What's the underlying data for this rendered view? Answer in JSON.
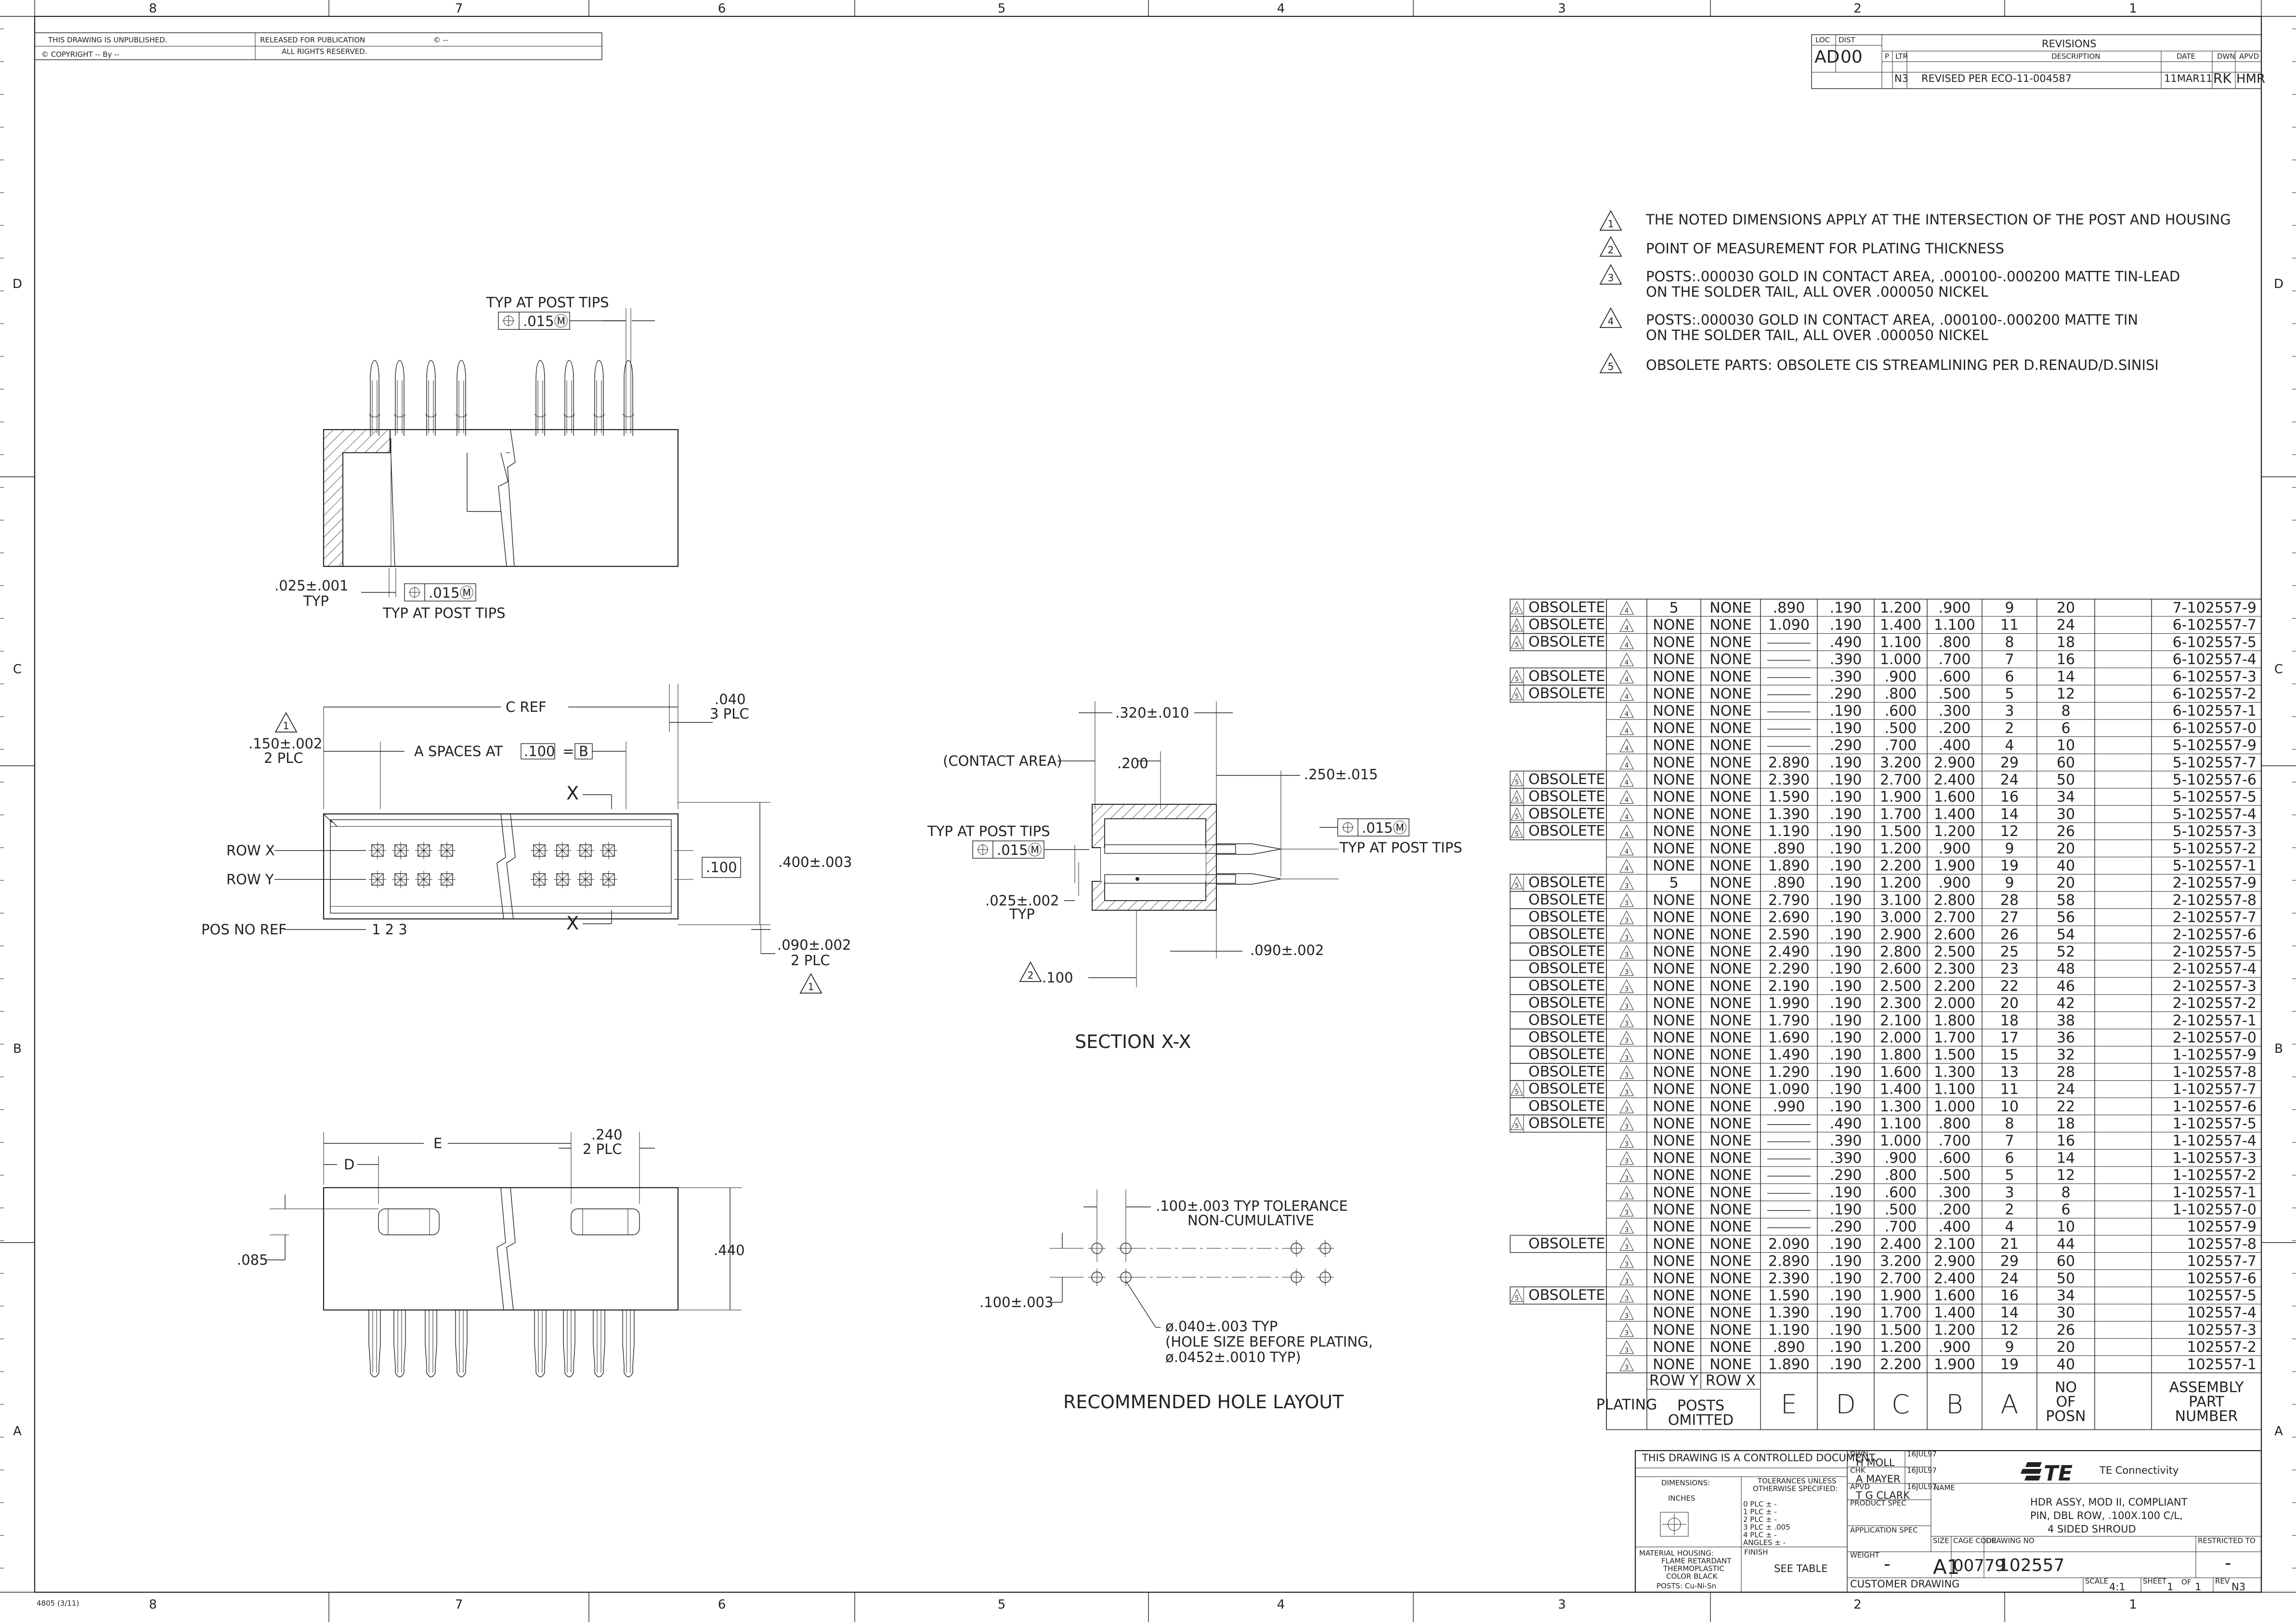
{
  "border": {
    "columns_top": [
      "8",
      "7",
      "6",
      "5",
      "4",
      "3",
      "2",
      "1"
    ],
    "rows_side": [
      "D",
      "C",
      "B",
      "A"
    ]
  },
  "header_left": {
    "line1_a": "THIS DRAWING IS UNPUBLISHED.",
    "line1_b": "RELEASED FOR PUBLICATION",
    "line1_c": "© --",
    "line2_a": "© COPYRIGHT  --  By --",
    "line2_b": "ALL RIGHTS RESERVED."
  },
  "revisions": {
    "title": "REVISIONS",
    "loc_label": "LOC",
    "loc_value": "AD",
    "dist_label": "DIST",
    "dist_value": "00",
    "col_p": "P",
    "col_ltr": "LTR",
    "col_desc": "DESCRIPTION",
    "col_date": "DATE",
    "col_dwn": "DWN",
    "col_apvd": "APVD",
    "ltr": "N3",
    "desc": "REVISED PER ECO-11-004587",
    "date": "11MAR11",
    "dwn": "RK",
    "apvd": "HMR"
  },
  "notes": [
    {
      "num": "1",
      "text1": "THE NOTED DIMENSIONS APPLY AT THE INTERSECTION OF THE POST AND HOUSING",
      "text2": ""
    },
    {
      "num": "2",
      "text1": "POINT OF MEASUREMENT FOR PLATING THICKNESS",
      "text2": ""
    },
    {
      "num": "3",
      "text1": "POSTS:.000030 GOLD IN CONTACT AREA, .000100-.000200 MATTE TIN-LEAD",
      "text2": "ON THE SOLDER TAIL, ALL OVER .000050 NICKEL"
    },
    {
      "num": "4",
      "text1": "POSTS:.000030 GOLD IN CONTACT AREA, .000100-.000200 MATTE TIN",
      "text2": "ON THE SOLDER TAIL, ALL OVER .000050 NICKEL"
    },
    {
      "num": "5",
      "text1": "OBSOLETE PARTS: OBSOLETE CIS STREAMLINING PER D.RENAUD/D.SINISI",
      "text2": ""
    }
  ],
  "views": {
    "side": {
      "typ_post_tips_top": "TYP AT POST TIPS",
      "tol_top": ".015Ⓜ",
      "dim_025": ".025±.001",
      "typ": "TYP",
      "tol_bottom": ".015Ⓜ",
      "typ_post_tips_bottom": "TYP AT POST TIPS"
    },
    "top": {
      "c_ref": "C REF",
      "dim_040": ".040",
      "plc3": "3 PLC",
      "note1": "1",
      "dim_150": ".150±.002",
      "plc2": "2 PLC",
      "a_spaces": "A SPACES AT",
      "dim_100_box": ".100",
      "equals": "=",
      "datum_b": "B",
      "x_top": "X",
      "row_x": "ROW X",
      "row_y": "ROW Y",
      "dim_100_side": ".100",
      "dim_400": ".400±.003",
      "x_bottom": "X",
      "pos_no_ref": "POS NO REF",
      "pos_nums": "1   2   3",
      "dim_090": ".090±.002",
      "plc2_b": "2 PLC",
      "note1_b": "1"
    },
    "section": {
      "dim_320": ".320±.010",
      "contact_area": "(CONTACT AREA)",
      "dim_200": ".200",
      "dim_250": ".250±.015",
      "typ_post_tips_left": "TYP AT POST TIPS",
      "tol_left": ".015Ⓜ",
      "tol_right": ".015Ⓜ",
      "typ_post_tips_right": "TYP AT POST TIPS",
      "dim_025": ".025±.002",
      "typ": "TYP",
      "dim_090": ".090±.002",
      "note2": "2",
      "dim_100": ".100",
      "title": "SECTION X-X"
    },
    "front": {
      "e": "E",
      "d": "D",
      "dim_240": ".240",
      "plc2": "2 PLC",
      "dim_085": ".085",
      "dim_440": ".440"
    },
    "hole_layout": {
      "tol_line1": ".100±.003 TYP TOLERANCE",
      "tol_line2": "NON-CUMULATIVE",
      "dim_100": ".100±.003",
      "hole1": "ø.040±.003 TYP",
      "hole2": "(HOLE SIZE BEFORE PLATING,",
      "hole3": "ø.0452±.0010 TYP)",
      "title": "RECOMMENDED HOLE LAYOUT"
    }
  },
  "table": {
    "headers": {
      "plating": "PLATING",
      "row_y": "ROW Y",
      "row_x": "ROW X",
      "posts_omitted_1": "POSTS",
      "posts_omitted_2": "OMITTED",
      "e": "E",
      "d": "D",
      "c": "C",
      "b": "B",
      "a": "A",
      "no1": "NO",
      "no2": "OF",
      "no3": "POSN",
      "asm1": "ASSEMBLY",
      "asm2": "PART",
      "asm3": "NUMBER"
    },
    "rows": [
      {
        "obs": "OBSOLETE",
        "flag": "5",
        "plating": "4",
        "y": "5",
        "x": "NONE",
        "e": ".890",
        "d": ".190",
        "c": "1.200",
        "b": ".900",
        "a": "9",
        "n": "20",
        "pn": "7-102557-9"
      },
      {
        "obs": "OBSOLETE",
        "flag": "5",
        "plating": "4",
        "y": "NONE",
        "x": "NONE",
        "e": "1.090",
        "d": ".190",
        "c": "1.400",
        "b": "1.100",
        "a": "11",
        "n": "24",
        "pn": "6-102557-7"
      },
      {
        "obs": "OBSOLETE",
        "flag": "5",
        "plating": "4",
        "y": "NONE",
        "x": "NONE",
        "e": "——",
        "d": ".490",
        "c": "1.100",
        "b": ".800",
        "a": "8",
        "n": "18",
        "pn": "6-102557-5"
      },
      {
        "obs": "",
        "flag": "",
        "plating": "4",
        "y": "NONE",
        "x": "NONE",
        "e": "——",
        "d": ".390",
        "c": "1.000",
        "b": ".700",
        "a": "7",
        "n": "16",
        "pn": "6-102557-4"
      },
      {
        "obs": "OBSOLETE",
        "flag": "5",
        "plating": "4",
        "y": "NONE",
        "x": "NONE",
        "e": "——",
        "d": ".390",
        "c": ".900",
        "b": ".600",
        "a": "6",
        "n": "14",
        "pn": "6-102557-3"
      },
      {
        "obs": "OBSOLETE",
        "flag": "5",
        "plating": "4",
        "y": "NONE",
        "x": "NONE",
        "e": "——",
        "d": ".290",
        "c": ".800",
        "b": ".500",
        "a": "5",
        "n": "12",
        "pn": "6-102557-2"
      },
      {
        "obs": "",
        "flag": "",
        "plating": "4",
        "y": "NONE",
        "x": "NONE",
        "e": "——",
        "d": ".190",
        "c": ".600",
        "b": ".300",
        "a": "3",
        "n": "8",
        "pn": "6-102557-1"
      },
      {
        "obs": "",
        "flag": "",
        "plating": "4",
        "y": "NONE",
        "x": "NONE",
        "e": "——",
        "d": ".190",
        "c": ".500",
        "b": ".200",
        "a": "2",
        "n": "6",
        "pn": "6-102557-0"
      },
      {
        "obs": "",
        "flag": "",
        "plating": "4",
        "y": "NONE",
        "x": "NONE",
        "e": "——",
        "d": ".290",
        "c": ".700",
        "b": ".400",
        "a": "4",
        "n": "10",
        "pn": "5-102557-9"
      },
      {
        "obs": "",
        "flag": "",
        "plating": "4",
        "y": "NONE",
        "x": "NONE",
        "e": "2.890",
        "d": ".190",
        "c": "3.200",
        "b": "2.900",
        "a": "29",
        "n": "60",
        "pn": "5-102557-7"
      },
      {
        "obs": "OBSOLETE",
        "flag": "5",
        "plating": "4",
        "y": "NONE",
        "x": "NONE",
        "e": "2.390",
        "d": ".190",
        "c": "2.700",
        "b": "2.400",
        "a": "24",
        "n": "50",
        "pn": "5-102557-6"
      },
      {
        "obs": "OBSOLETE",
        "flag": "5",
        "plating": "4",
        "y": "NONE",
        "x": "NONE",
        "e": "1.590",
        "d": ".190",
        "c": "1.900",
        "b": "1.600",
        "a": "16",
        "n": "34",
        "pn": "5-102557-5"
      },
      {
        "obs": "OBSOLETE",
        "flag": "5",
        "plating": "4",
        "y": "NONE",
        "x": "NONE",
        "e": "1.390",
        "d": ".190",
        "c": "1.700",
        "b": "1.400",
        "a": "14",
        "n": "30",
        "pn": "5-102557-4"
      },
      {
        "obs": "OBSOLETE",
        "flag": "5",
        "plating": "4",
        "y": "NONE",
        "x": "NONE",
        "e": "1.190",
        "d": ".190",
        "c": "1.500",
        "b": "1.200",
        "a": "12",
        "n": "26",
        "pn": "5-102557-3"
      },
      {
        "obs": "",
        "flag": "",
        "plating": "4",
        "y": "NONE",
        "x": "NONE",
        "e": ".890",
        "d": ".190",
        "c": "1.200",
        "b": ".900",
        "a": "9",
        "n": "20",
        "pn": "5-102557-2"
      },
      {
        "obs": "",
        "flag": "",
        "plating": "4",
        "y": "NONE",
        "x": "NONE",
        "e": "1.890",
        "d": ".190",
        "c": "2.200",
        "b": "1.900",
        "a": "19",
        "n": "40",
        "pn": "5-102557-1"
      },
      {
        "obs": "OBSOLETE",
        "flag": "5",
        "plating": "3",
        "y": "5",
        "x": "NONE",
        "e": ".890",
        "d": ".190",
        "c": "1.200",
        "b": ".900",
        "a": "9",
        "n": "20",
        "pn": "2-102557-9"
      },
      {
        "obs": "OBSOLETE",
        "flag": "",
        "plating": "3",
        "y": "NONE",
        "x": "NONE",
        "e": "2.790",
        "d": ".190",
        "c": "3.100",
        "b": "2.800",
        "a": "28",
        "n": "58",
        "pn": "2-102557-8"
      },
      {
        "obs": "OBSOLETE",
        "flag": "",
        "plating": "3",
        "y": "NONE",
        "x": "NONE",
        "e": "2.690",
        "d": ".190",
        "c": "3.000",
        "b": "2.700",
        "a": "27",
        "n": "56",
        "pn": "2-102557-7"
      },
      {
        "obs": "OBSOLETE",
        "flag": "",
        "plating": "3",
        "y": "NONE",
        "x": "NONE",
        "e": "2.590",
        "d": ".190",
        "c": "2.900",
        "b": "2.600",
        "a": "26",
        "n": "54",
        "pn": "2-102557-6"
      },
      {
        "obs": "OBSOLETE",
        "flag": "",
        "plating": "3",
        "y": "NONE",
        "x": "NONE",
        "e": "2.490",
        "d": ".190",
        "c": "2.800",
        "b": "2.500",
        "a": "25",
        "n": "52",
        "pn": "2-102557-5"
      },
      {
        "obs": "OBSOLETE",
        "flag": "",
        "plating": "3",
        "y": "NONE",
        "x": "NONE",
        "e": "2.290",
        "d": ".190",
        "c": "2.600",
        "b": "2.300",
        "a": "23",
        "n": "48",
        "pn": "2-102557-4"
      },
      {
        "obs": "OBSOLETE",
        "flag": "",
        "plating": "3",
        "y": "NONE",
        "x": "NONE",
        "e": "2.190",
        "d": ".190",
        "c": "2.500",
        "b": "2.200",
        "a": "22",
        "n": "46",
        "pn": "2-102557-3"
      },
      {
        "obs": "OBSOLETE",
        "flag": "",
        "plating": "3",
        "y": "NONE",
        "x": "NONE",
        "e": "1.990",
        "d": ".190",
        "c": "2.300",
        "b": "2.000",
        "a": "20",
        "n": "42",
        "pn": "2-102557-2"
      },
      {
        "obs": "OBSOLETE",
        "flag": "",
        "plating": "3",
        "y": "NONE",
        "x": "NONE",
        "e": "1.790",
        "d": ".190",
        "c": "2.100",
        "b": "1.800",
        "a": "18",
        "n": "38",
        "pn": "2-102557-1"
      },
      {
        "obs": "OBSOLETE",
        "flag": "",
        "plating": "3",
        "y": "NONE",
        "x": "NONE",
        "e": "1.690",
        "d": ".190",
        "c": "2.000",
        "b": "1.700",
        "a": "17",
        "n": "36",
        "pn": "2-102557-0"
      },
      {
        "obs": "OBSOLETE",
        "flag": "",
        "plating": "3",
        "y": "NONE",
        "x": "NONE",
        "e": "1.490",
        "d": ".190",
        "c": "1.800",
        "b": "1.500",
        "a": "15",
        "n": "32",
        "pn": "1-102557-9"
      },
      {
        "obs": "OBSOLETE",
        "flag": "",
        "plating": "3",
        "y": "NONE",
        "x": "NONE",
        "e": "1.290",
        "d": ".190",
        "c": "1.600",
        "b": "1.300",
        "a": "13",
        "n": "28",
        "pn": "1-102557-8"
      },
      {
        "obs": "OBSOLETE",
        "flag": "5",
        "plating": "3",
        "y": "NONE",
        "x": "NONE",
        "e": "1.090",
        "d": ".190",
        "c": "1.400",
        "b": "1.100",
        "a": "11",
        "n": "24",
        "pn": "1-102557-7"
      },
      {
        "obs": "OBSOLETE",
        "flag": "",
        "plating": "3",
        "y": "NONE",
        "x": "NONE",
        "e": ".990",
        "d": ".190",
        "c": "1.300",
        "b": "1.000",
        "a": "10",
        "n": "22",
        "pn": "1-102557-6"
      },
      {
        "obs": "OBSOLETE",
        "flag": "5",
        "plating": "3",
        "y": "NONE",
        "x": "NONE",
        "e": "——",
        "d": ".490",
        "c": "1.100",
        "b": ".800",
        "a": "8",
        "n": "18",
        "pn": "1-102557-5"
      },
      {
        "obs": "",
        "flag": "",
        "plating": "3",
        "y": "NONE",
        "x": "NONE",
        "e": "——",
        "d": ".390",
        "c": "1.000",
        "b": ".700",
        "a": "7",
        "n": "16",
        "pn": "1-102557-4"
      },
      {
        "obs": "",
        "flag": "",
        "plating": "3",
        "y": "NONE",
        "x": "NONE",
        "e": "——",
        "d": ".390",
        "c": ".900",
        "b": ".600",
        "a": "6",
        "n": "14",
        "pn": "1-102557-3"
      },
      {
        "obs": "",
        "flag": "",
        "plating": "3",
        "y": "NONE",
        "x": "NONE",
        "e": "——",
        "d": ".290",
        "c": ".800",
        "b": ".500",
        "a": "5",
        "n": "12",
        "pn": "1-102557-2"
      },
      {
        "obs": "",
        "flag": "",
        "plating": "3",
        "y": "NONE",
        "x": "NONE",
        "e": "——",
        "d": ".190",
        "c": ".600",
        "b": ".300",
        "a": "3",
        "n": "8",
        "pn": "1-102557-1"
      },
      {
        "obs": "",
        "flag": "",
        "plating": "3",
        "y": "NONE",
        "x": "NONE",
        "e": "——",
        "d": ".190",
        "c": ".500",
        "b": ".200",
        "a": "2",
        "n": "6",
        "pn": "1-102557-0"
      },
      {
        "obs": "",
        "flag": "",
        "plating": "3",
        "y": "NONE",
        "x": "NONE",
        "e": "——",
        "d": ".290",
        "c": ".700",
        "b": ".400",
        "a": "4",
        "n": "10",
        "pn": "102557-9"
      },
      {
        "obs": "OBSOLETE",
        "flag": "",
        "plating": "3",
        "y": "NONE",
        "x": "NONE",
        "e": "2.090",
        "d": ".190",
        "c": "2.400",
        "b": "2.100",
        "a": "21",
        "n": "44",
        "pn": "102557-8"
      },
      {
        "obs": "",
        "flag": "",
        "plating": "3",
        "y": "NONE",
        "x": "NONE",
        "e": "2.890",
        "d": ".190",
        "c": "3.200",
        "b": "2.900",
        "a": "29",
        "n": "60",
        "pn": "102557-7"
      },
      {
        "obs": "",
        "flag": "",
        "plating": "3",
        "y": "NONE",
        "x": "NONE",
        "e": "2.390",
        "d": ".190",
        "c": "2.700",
        "b": "2.400",
        "a": "24",
        "n": "50",
        "pn": "102557-6"
      },
      {
        "obs": "OBSOLETE",
        "flag": "5",
        "plating": "3",
        "y": "NONE",
        "x": "NONE",
        "e": "1.590",
        "d": ".190",
        "c": "1.900",
        "b": "1.600",
        "a": "16",
        "n": "34",
        "pn": "102557-5"
      },
      {
        "obs": "",
        "flag": "",
        "plating": "3",
        "y": "NONE",
        "x": "NONE",
        "e": "1.390",
        "d": ".190",
        "c": "1.700",
        "b": "1.400",
        "a": "14",
        "n": "30",
        "pn": "102557-4"
      },
      {
        "obs": "",
        "flag": "",
        "plating": "3",
        "y": "NONE",
        "x": "NONE",
        "e": "1.190",
        "d": ".190",
        "c": "1.500",
        "b": "1.200",
        "a": "12",
        "n": "26",
        "pn": "102557-3"
      },
      {
        "obs": "",
        "flag": "",
        "plating": "3",
        "y": "NONE",
        "x": "NONE",
        "e": ".890",
        "d": ".190",
        "c": "1.200",
        "b": ".900",
        "a": "9",
        "n": "20",
        "pn": "102557-2"
      },
      {
        "obs": "",
        "flag": "",
        "plating": "3",
        "y": "NONE",
        "x": "NONE",
        "e": "1.890",
        "d": ".190",
        "c": "2.200",
        "b": "1.900",
        "a": "19",
        "n": "40",
        "pn": "102557-1"
      }
    ]
  },
  "title_block": {
    "controlled": "THIS DRAWING IS A CONTROLLED DOCUMENT.",
    "dwn_label": "DWN",
    "dwn": "H  MOLL",
    "dwn_date": "16JUL97",
    "chk_label": "CHK",
    "chk": "A  MAYER",
    "chk_date": "16JUL97",
    "apvd_label": "APVD",
    "apvd": "T  G  CLARK",
    "apvd_date": "16JUL97",
    "product_spec": "PRODUCT SPEC",
    "application_spec": "APPLICATION SPEC",
    "weight": "WEIGHT",
    "dimensions": "DIMENSIONS:",
    "inches": "INCHES",
    "tolerances1": "TOLERANCES UNLESS",
    "tolerances2": "OTHERWISE SPECIFIED:",
    "tol_0": "0 PLC  ±  -",
    "tol_1": "1 PLC  ±  -",
    "tol_2": "2 PLC  ±  -",
    "tol_3": "3 PLC  ±  .005",
    "tol_4": "4 PLC  ±  -",
    "tol_angles": "ANGLES     ±  -",
    "material1": "MATERIAL  HOUSING:",
    "material2": "FLAME RETARDANT",
    "material3": "THERMOPLASTIC",
    "material4": "COLOR BLACK",
    "posts": "POSTS: Cu-Ni-Sn",
    "finish_label": "FINISH",
    "finish": "SEE TABLE",
    "dash": "-",
    "company": "TE Connectivity",
    "name_label": "NAME",
    "title1": "HDR ASSY, MOD II, COMPLIANT",
    "title2": "PIN, DBL ROW, .100X.100 C/L,",
    "title3": "4 SIDED SHROUD",
    "size_label": "SIZE",
    "size": "A1",
    "cage_label": "CAGE CODE",
    "cage": "00779",
    "dwg_label": "DRAWING NO",
    "dwg": "102557",
    "restricted_label": "RESTRICTED TO",
    "restricted": "-",
    "customer_drawing": "CUSTOMER DRAWING",
    "scale_label": "SCALE",
    "scale": "4:1",
    "sheet_label": "SHEET",
    "sheet": "1",
    "of": "OF",
    "sheets": "1",
    "rev_label": "REV",
    "rev": "N3"
  },
  "form_number": "4805 (3/11)"
}
